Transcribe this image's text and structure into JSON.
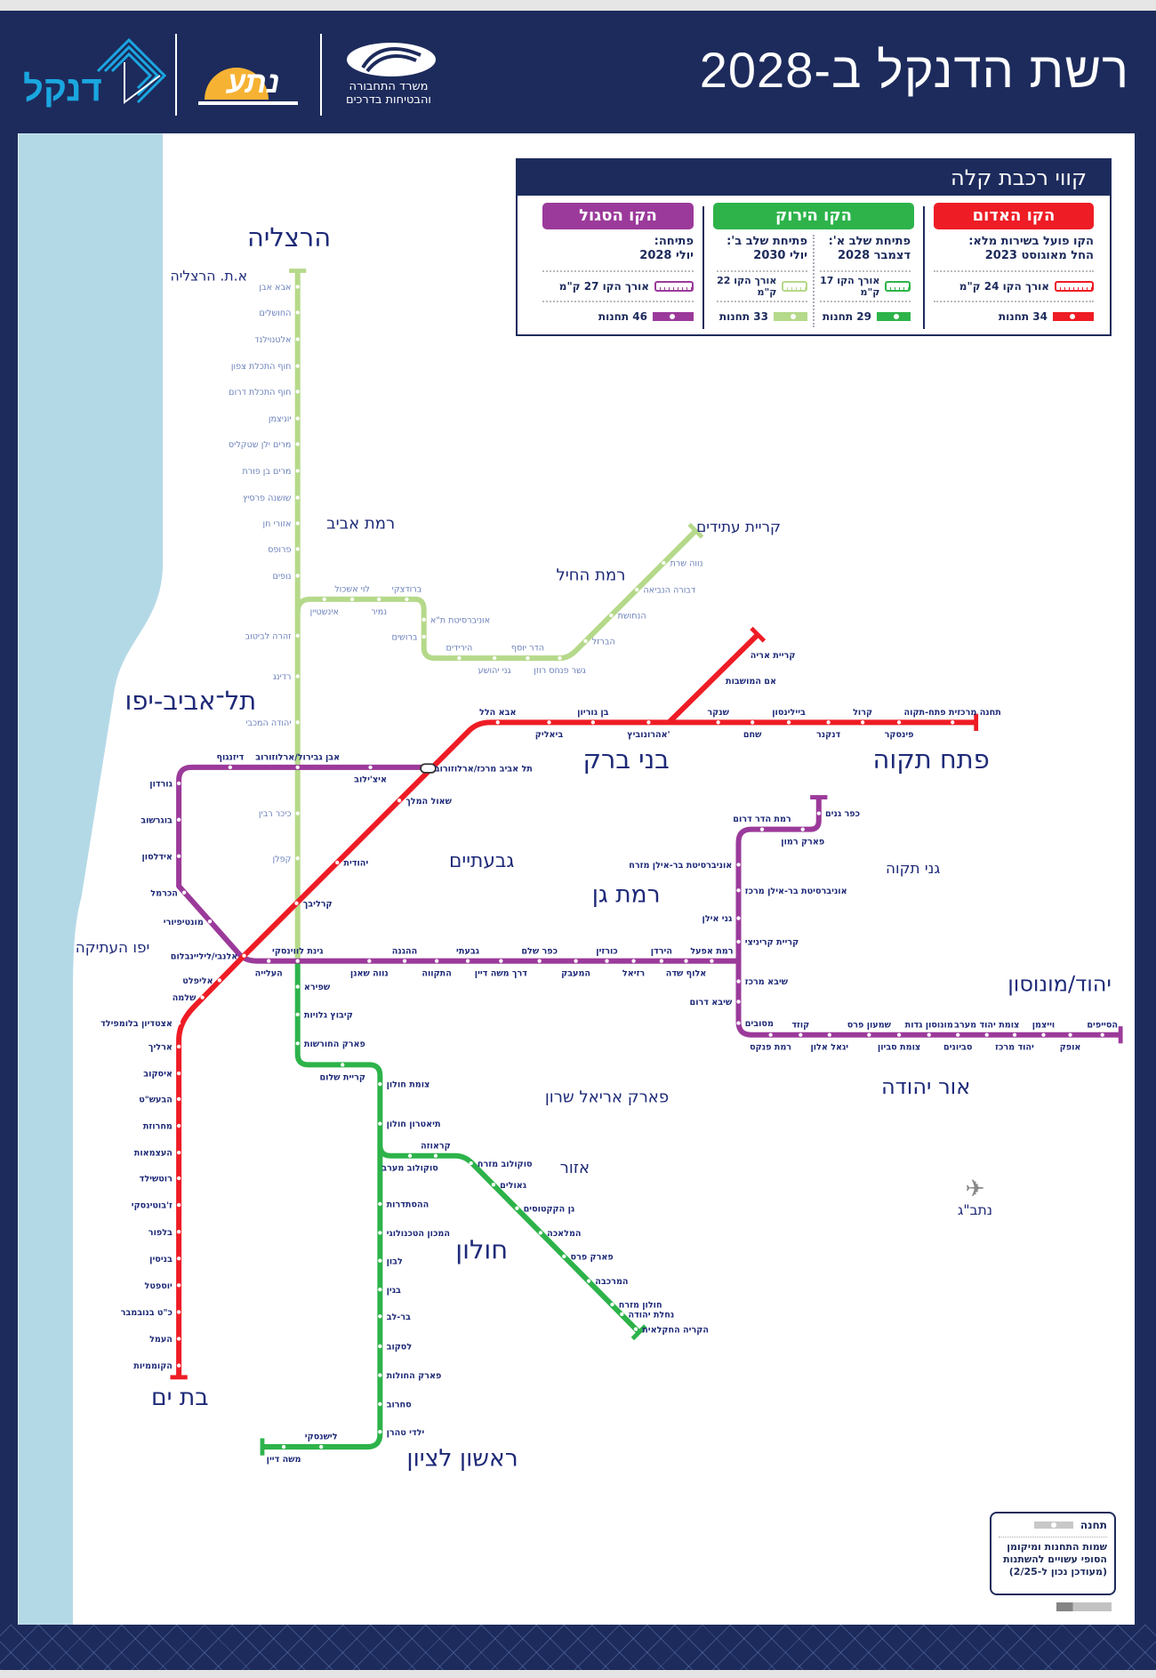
{
  "header": {
    "title": "רשת הדנקל ב-2028",
    "logos": {
      "dankal": "דנקל",
      "nta": "נתע",
      "ministry": "משרד התחבורה והבטיחות בדרכים"
    }
  },
  "legend": {
    "title": "קווי רכבת קלה",
    "red": {
      "name": "הקו האדום",
      "color": "#ee1c25",
      "status_1": "הקו פועל בשירות מלא:",
      "status_2": "החל מאוגוסט 2023",
      "length": "אורך הקו 24 ק\"מ",
      "stations": "34 תחנות"
    },
    "green": {
      "name": "הקו הירוק",
      "color": "#2db34a",
      "light_color": "#b5d98a",
      "phase_a": {
        "status_1": "פתיחת שלב א':",
        "status_2": "דצמבר 2028",
        "length": "אורך הקו 17 ק\"מ",
        "stations": "29 תחנות"
      },
      "phase_b": {
        "status_1": "פתיחת שלב ב':",
        "status_2": "יולי 2030",
        "length": "אורך הקו 22 ק\"מ",
        "stations": "33 תחנות"
      }
    },
    "purple": {
      "name": "הקו הסגול",
      "color": "#9b3a9a",
      "status_1": "פתיחה:",
      "status_2": "יולי 2028",
      "length": "אורך הקו 27 ק\"מ",
      "stations": "46 תחנות"
    }
  },
  "notice": {
    "station_label": "תחנה",
    "text": "שמות התחנות ומיקומן הסופי עשויים להשתנות",
    "updated": "(מעודכן נכון ל-2/25)"
  },
  "map": {
    "airport": "נתב\"ג",
    "cities": [
      "הרצליה",
      "א.ת. הרצליה",
      "רמת אביב",
      "רמת החיל",
      "קריית עתידים",
      "תל־אביב-יפו",
      "בני ברק",
      "פתח תקוה",
      "גבעתיים",
      "רמת גן",
      "גני תקוה",
      "יפו העתיקה",
      "יהוד/מונוסון",
      "פארק אריאל שרון",
      "אור יהודה",
      "אזור",
      "חולון",
      "בת ים",
      "ראשון לציון"
    ],
    "red_main": [
      "תחנה מרכזית פתח-תקוה",
      "פינסקר",
      "קרול",
      "דנקנר",
      "ביילינסון",
      "שחם",
      "שנקר",
      "אהרונוביץ'",
      "בן גוריון",
      "ביאליק",
      "אבא הלל",
      "תל אביב מרכז/ארלוזורוב",
      "שאול המלך",
      "יהודית",
      "קרליבך",
      "אלנבי/ליליינבלום",
      "אליפלט",
      "שלמה",
      "אצטדיון בלומפילד",
      "ארליך",
      "איסקוב",
      "הבעש\"ט",
      "מחרוזת",
      "העצמאות",
      "רוטשילד",
      "ז'בוטינסקי",
      "בלפור",
      "בניסין",
      "יוספטל",
      "כ\"ט בנובמבר",
      "העמל",
      "הקוממיות"
    ],
    "red_branch": [
      "אם המושבות",
      "קריית אריה"
    ],
    "purple": [
      "דיזנגוף",
      "אבן גבירול/ארלוזורוב",
      "איצ'ילוב",
      "גורדון",
      "בוגרשוב",
      "אידלסון",
      "הכרמל",
      "מונטיפיורי",
      "העלייה",
      "גינת לווינסקי",
      "נווה שאנן",
      "ההגנה",
      "התקווה",
      "גבעתי",
      "דרך משה דיין",
      "כפר שלם",
      "המעבק",
      "כורזין",
      "רזיאל",
      "הירדן",
      "אלוף שדה",
      "רמת אפעל",
      "רמת הדר דרום",
      "פארק רמון",
      "כפר גנים",
      "אוניברסיטת בר-אילן מזרח",
      "אוניברסיטת בר-אילן מרכז",
      "גני אילן",
      "קריית קריניצי",
      "שיבא מרכז",
      "שיבא דרום",
      "מסובים",
      "רמת פנקס",
      "קוזד",
      "יגאל אלון",
      "שמעון פרס",
      "צומת סביון",
      "מונוסון גדות",
      "סביונים",
      "צומת יהוד מערב",
      "יהוד מרכז",
      "וייצמן",
      "אופק",
      "הסייפים"
    ],
    "light_green_main": [
      "אבא אבן",
      "החושלים",
      "אלטנוילנד",
      "חוף התכלת צפון",
      "חוף התכלת דרום",
      "יוניצמן",
      "מרים ילן שטקליס",
      "מרים בן פורת",
      "שושנה פרסיץ",
      "אזורי חן",
      "פרופס",
      "נופים",
      "זהרה לביטוב",
      "רדינג",
      "יהודה המכבי",
      "כיכר רבין",
      "קפלן"
    ],
    "light_green_branch": [
      "אינשטיין",
      "לוי אשכול",
      "נמיר",
      "ברודצקי",
      "אוניברסיטת ת\"א",
      "ברושים",
      "הירידים",
      "גני יהושע",
      "הדר יוסף",
      "גשר פנחס רוזן",
      "הברזל",
      "הנחושת",
      "דבורה הנביאה",
      "נווה שרת"
    ],
    "green_main": [
      "שפירא",
      "קיבוץ גלויות",
      "פארק החורשות",
      "קריית שלום",
      "צומת חולון",
      "תיאטרון חולון",
      "ההסתדרות",
      "המכון הטכנולוגי",
      "לבון",
      "בגין",
      "בר-לב",
      "לסקוב",
      "פארק החולות",
      "סחרוב",
      "ילדי טהרן",
      "לישנסקי",
      "משה דיין"
    ],
    "green_branch": [
      "סוקולוב מערב",
      "קראוזה",
      "סוקולוב מזרח",
      "גאולים",
      "גן הקקטוסים",
      "המלאכה",
      "פארק פרס",
      "המרכבה",
      "חולון מזרח",
      "נחלת יהודה",
      "הקריה החקלאית"
    ]
  }
}
